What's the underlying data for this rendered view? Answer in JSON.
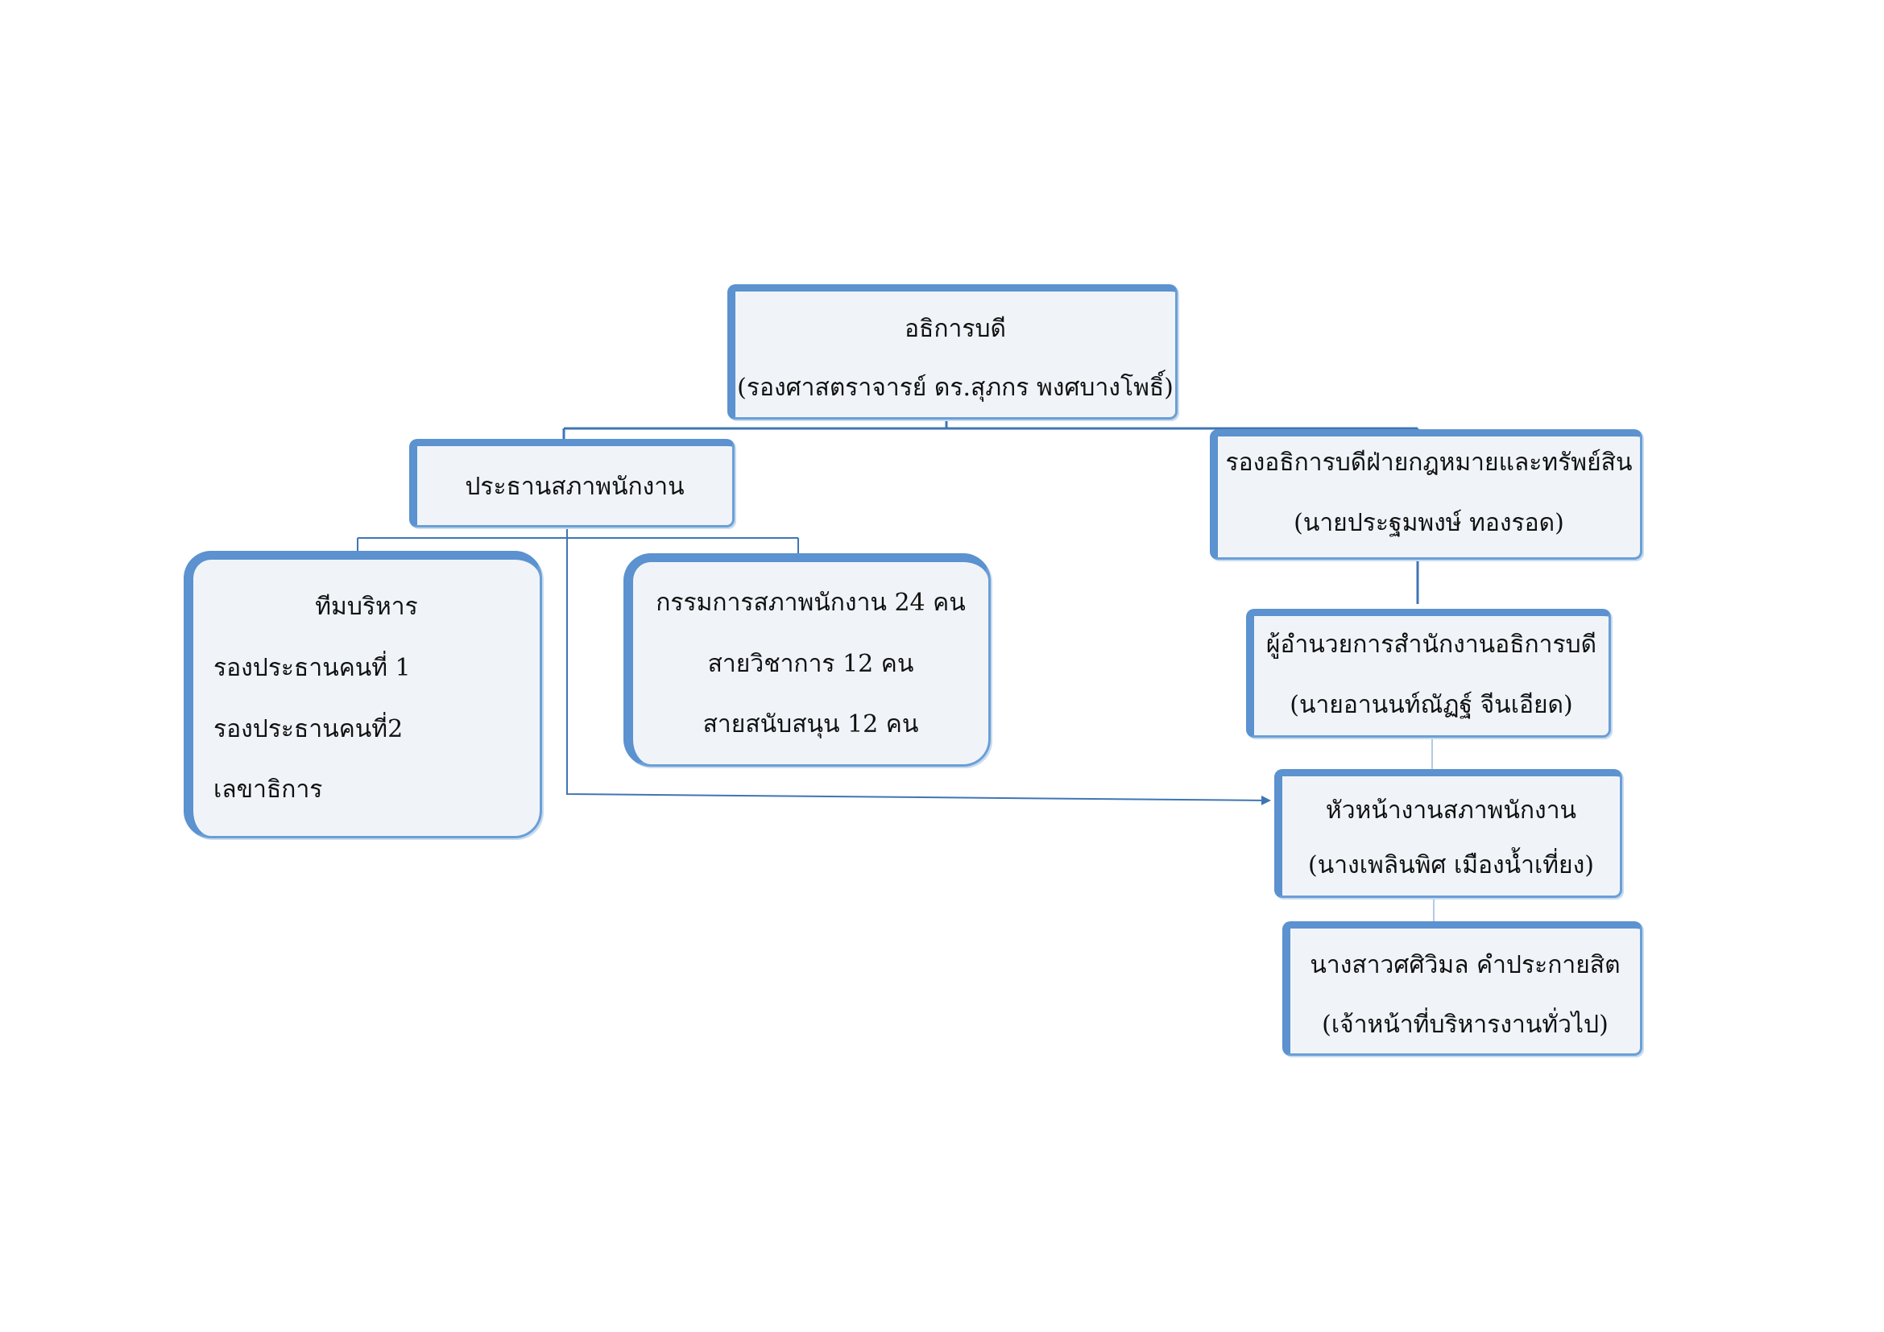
{
  "colors": {
    "box_fill": "#f0f4f9",
    "box_border": "#5b92cf",
    "connector": "#3f75b5"
  },
  "nodes": {
    "director": {
      "title": "อธิการบดี",
      "name": "(รองศาสตราจารย์ ดร.สุภกร  พงศบางโพธิ์)"
    },
    "council_chair": {
      "title": "ประธานสภาพนักงาน"
    },
    "deputy": {
      "title": "รองอธิการบดีฝ่ายกฎหมายและทรัพย์สิน",
      "name": "(นายประฐมพงษ์  ทองรอด)"
    },
    "executive_team": {
      "title": "ทีมบริหาร",
      "members": [
        "รองประธานคนที่ 1",
        "รองประธานคนที่2",
        "เลขาธิการ"
      ]
    },
    "committee": {
      "title": "กรรมการสภาพนักงาน 24 คน",
      "academic": "สายวิชาการ 12 คน",
      "support": "สายสนับสนุน 12 คน"
    },
    "office_director": {
      "title": "ผู้อำนวยการสำนักงานอธิการบดี",
      "name": "(นายอานนท์ณัฏฐ์  จีนเอียด)"
    },
    "council_head": {
      "title": "หัวหน้างานสภาพนักงาน",
      "name": "(นางเพลินพิศ  เมืองน้ำเที่ยง)"
    },
    "staff": {
      "name": "นางสาวศศิวิมล  คำประกายสิต",
      "role": "(เจ้าหน้าที่บริหารงานทั่วไป)"
    }
  }
}
